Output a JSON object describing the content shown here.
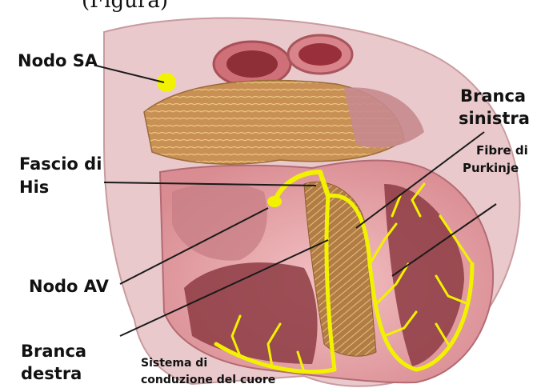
{
  "header": {
    "fragment": "(Figura)"
  },
  "labels": {
    "nodo_sa": "Nodo SA",
    "branca_sinistra_1": "Branca",
    "branca_sinistra_2": "sinistra",
    "fascio_his_1": "Fascio di",
    "fascio_his_2": "His",
    "fibre_purkinje_1": "Fibre di",
    "fibre_purkinje_2": "Purkinje",
    "nodo_av": "Nodo AV",
    "branca_destra_1": "Branca",
    "branca_destra_2": "destra",
    "caption_1": "Sistema di",
    "caption_2": "conduzione del cuore"
  },
  "colors": {
    "conduction_pathway": "#f2f200",
    "myocardium": "#e8a3a6",
    "muscle_fibers": "#b07a3c",
    "heart_outer": "#e9c9cc"
  }
}
